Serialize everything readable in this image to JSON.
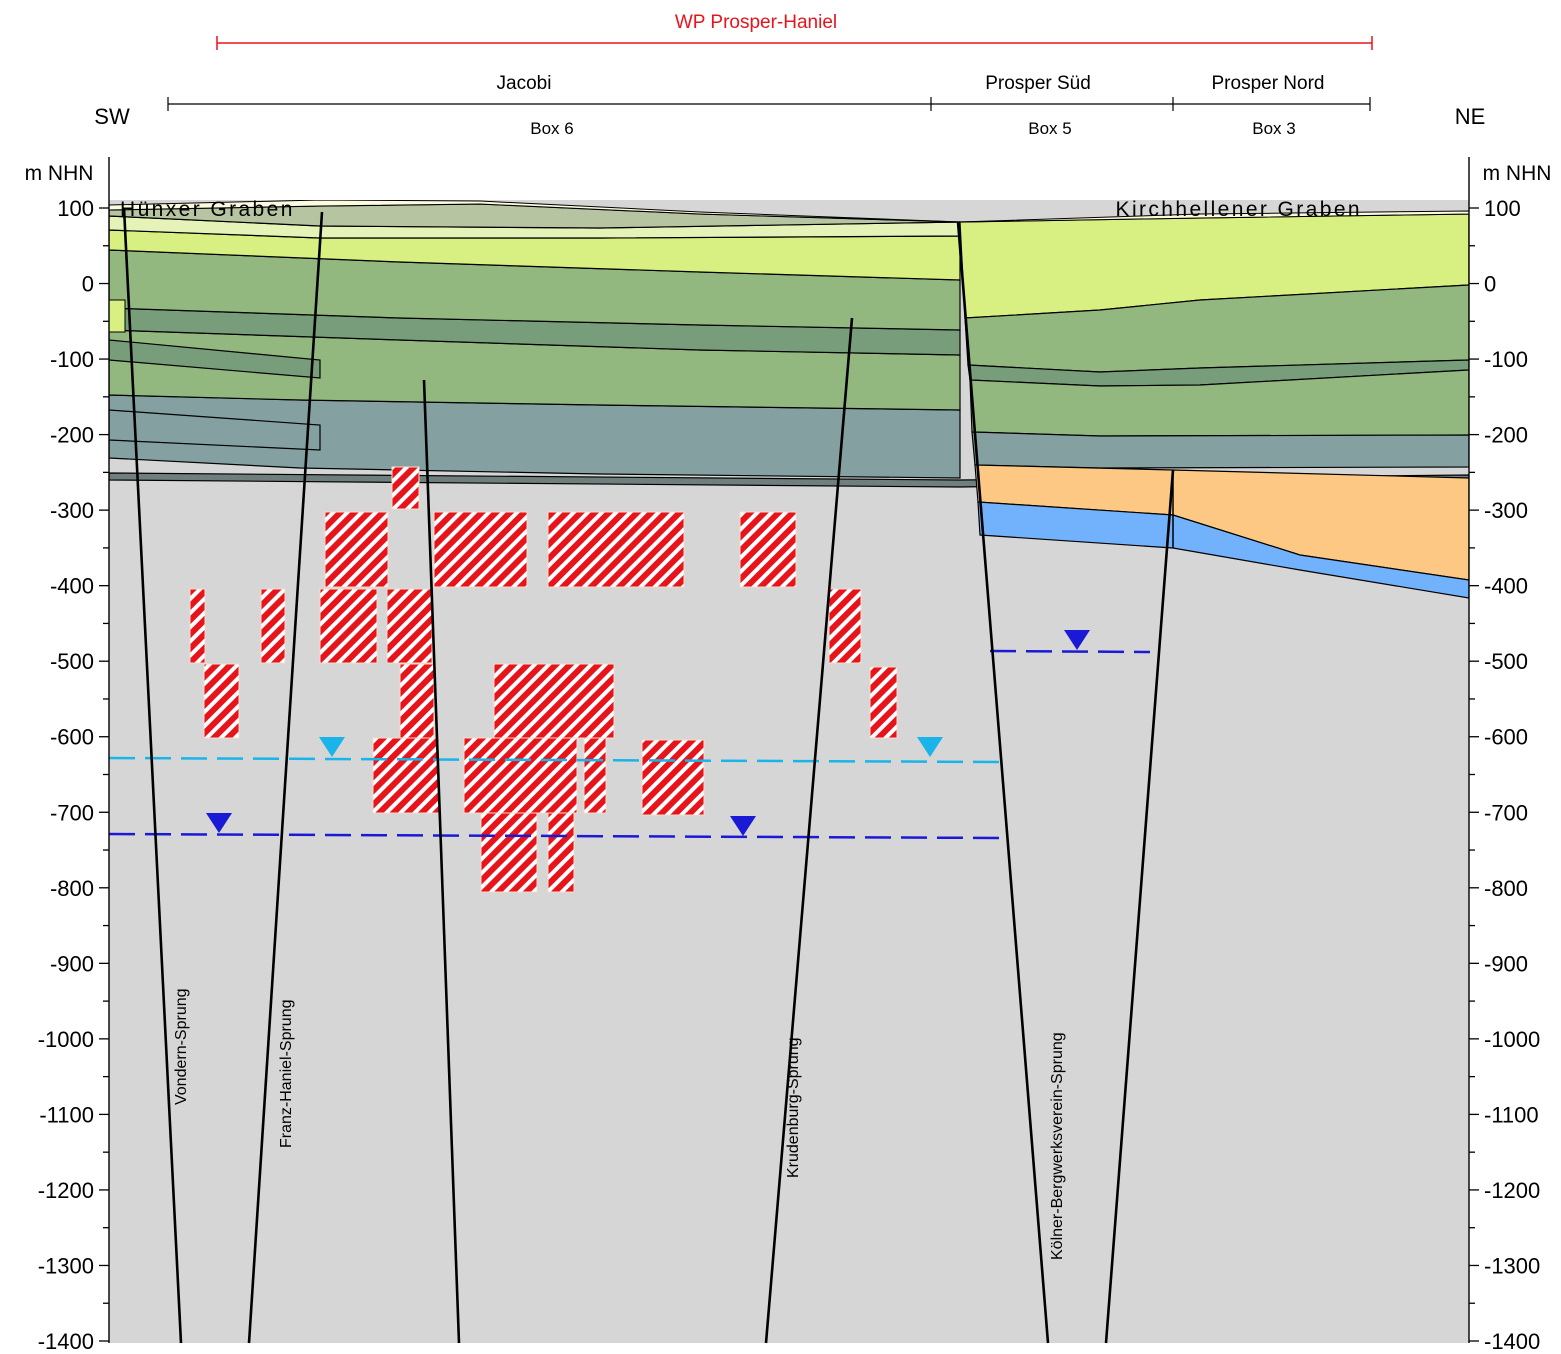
{
  "header": {
    "wp_label": "WP Prosper-Haniel",
    "sw_label": "SW",
    "ne_label": "NE",
    "fields": [
      {
        "name": "Jacobi",
        "box": "Box 6"
      },
      {
        "name": "Prosper Süd",
        "box": "Box 5"
      },
      {
        "name": "Prosper Nord",
        "box": "Box 3"
      }
    ]
  },
  "axis": {
    "unit_left": "m NHN",
    "unit_right": "m NHN",
    "min": -1400,
    "max": 100,
    "tick_labels": [
      "100",
      "0",
      "-100",
      "-200",
      "-300",
      "-400",
      "-500",
      "-600",
      "-700",
      "-800",
      "-900",
      "-1000",
      "-1100",
      "-1200",
      "-1300",
      "-1400"
    ]
  },
  "structures": {
    "left": "Hünxer Graben",
    "right": "Kirchhellener Graben"
  },
  "faults": [
    {
      "name": "Vondern-Sprung"
    },
    {
      "name": "Franz-Haniel-Sprung"
    },
    {
      "name": "Krudenburg-Sprung"
    },
    {
      "name": "Kölner-Bergwerksverein-Sprung"
    }
  ],
  "colors": {
    "basement": "#d6d6d6",
    "mining_hatch": "#e8141c",
    "water_level_light": "#19b4ea",
    "water_level_dark": "#1a1ad6",
    "wp_line": "#e8141c",
    "layer_orange": "#fcc883",
    "layer_blue": "#72b2fc"
  }
}
